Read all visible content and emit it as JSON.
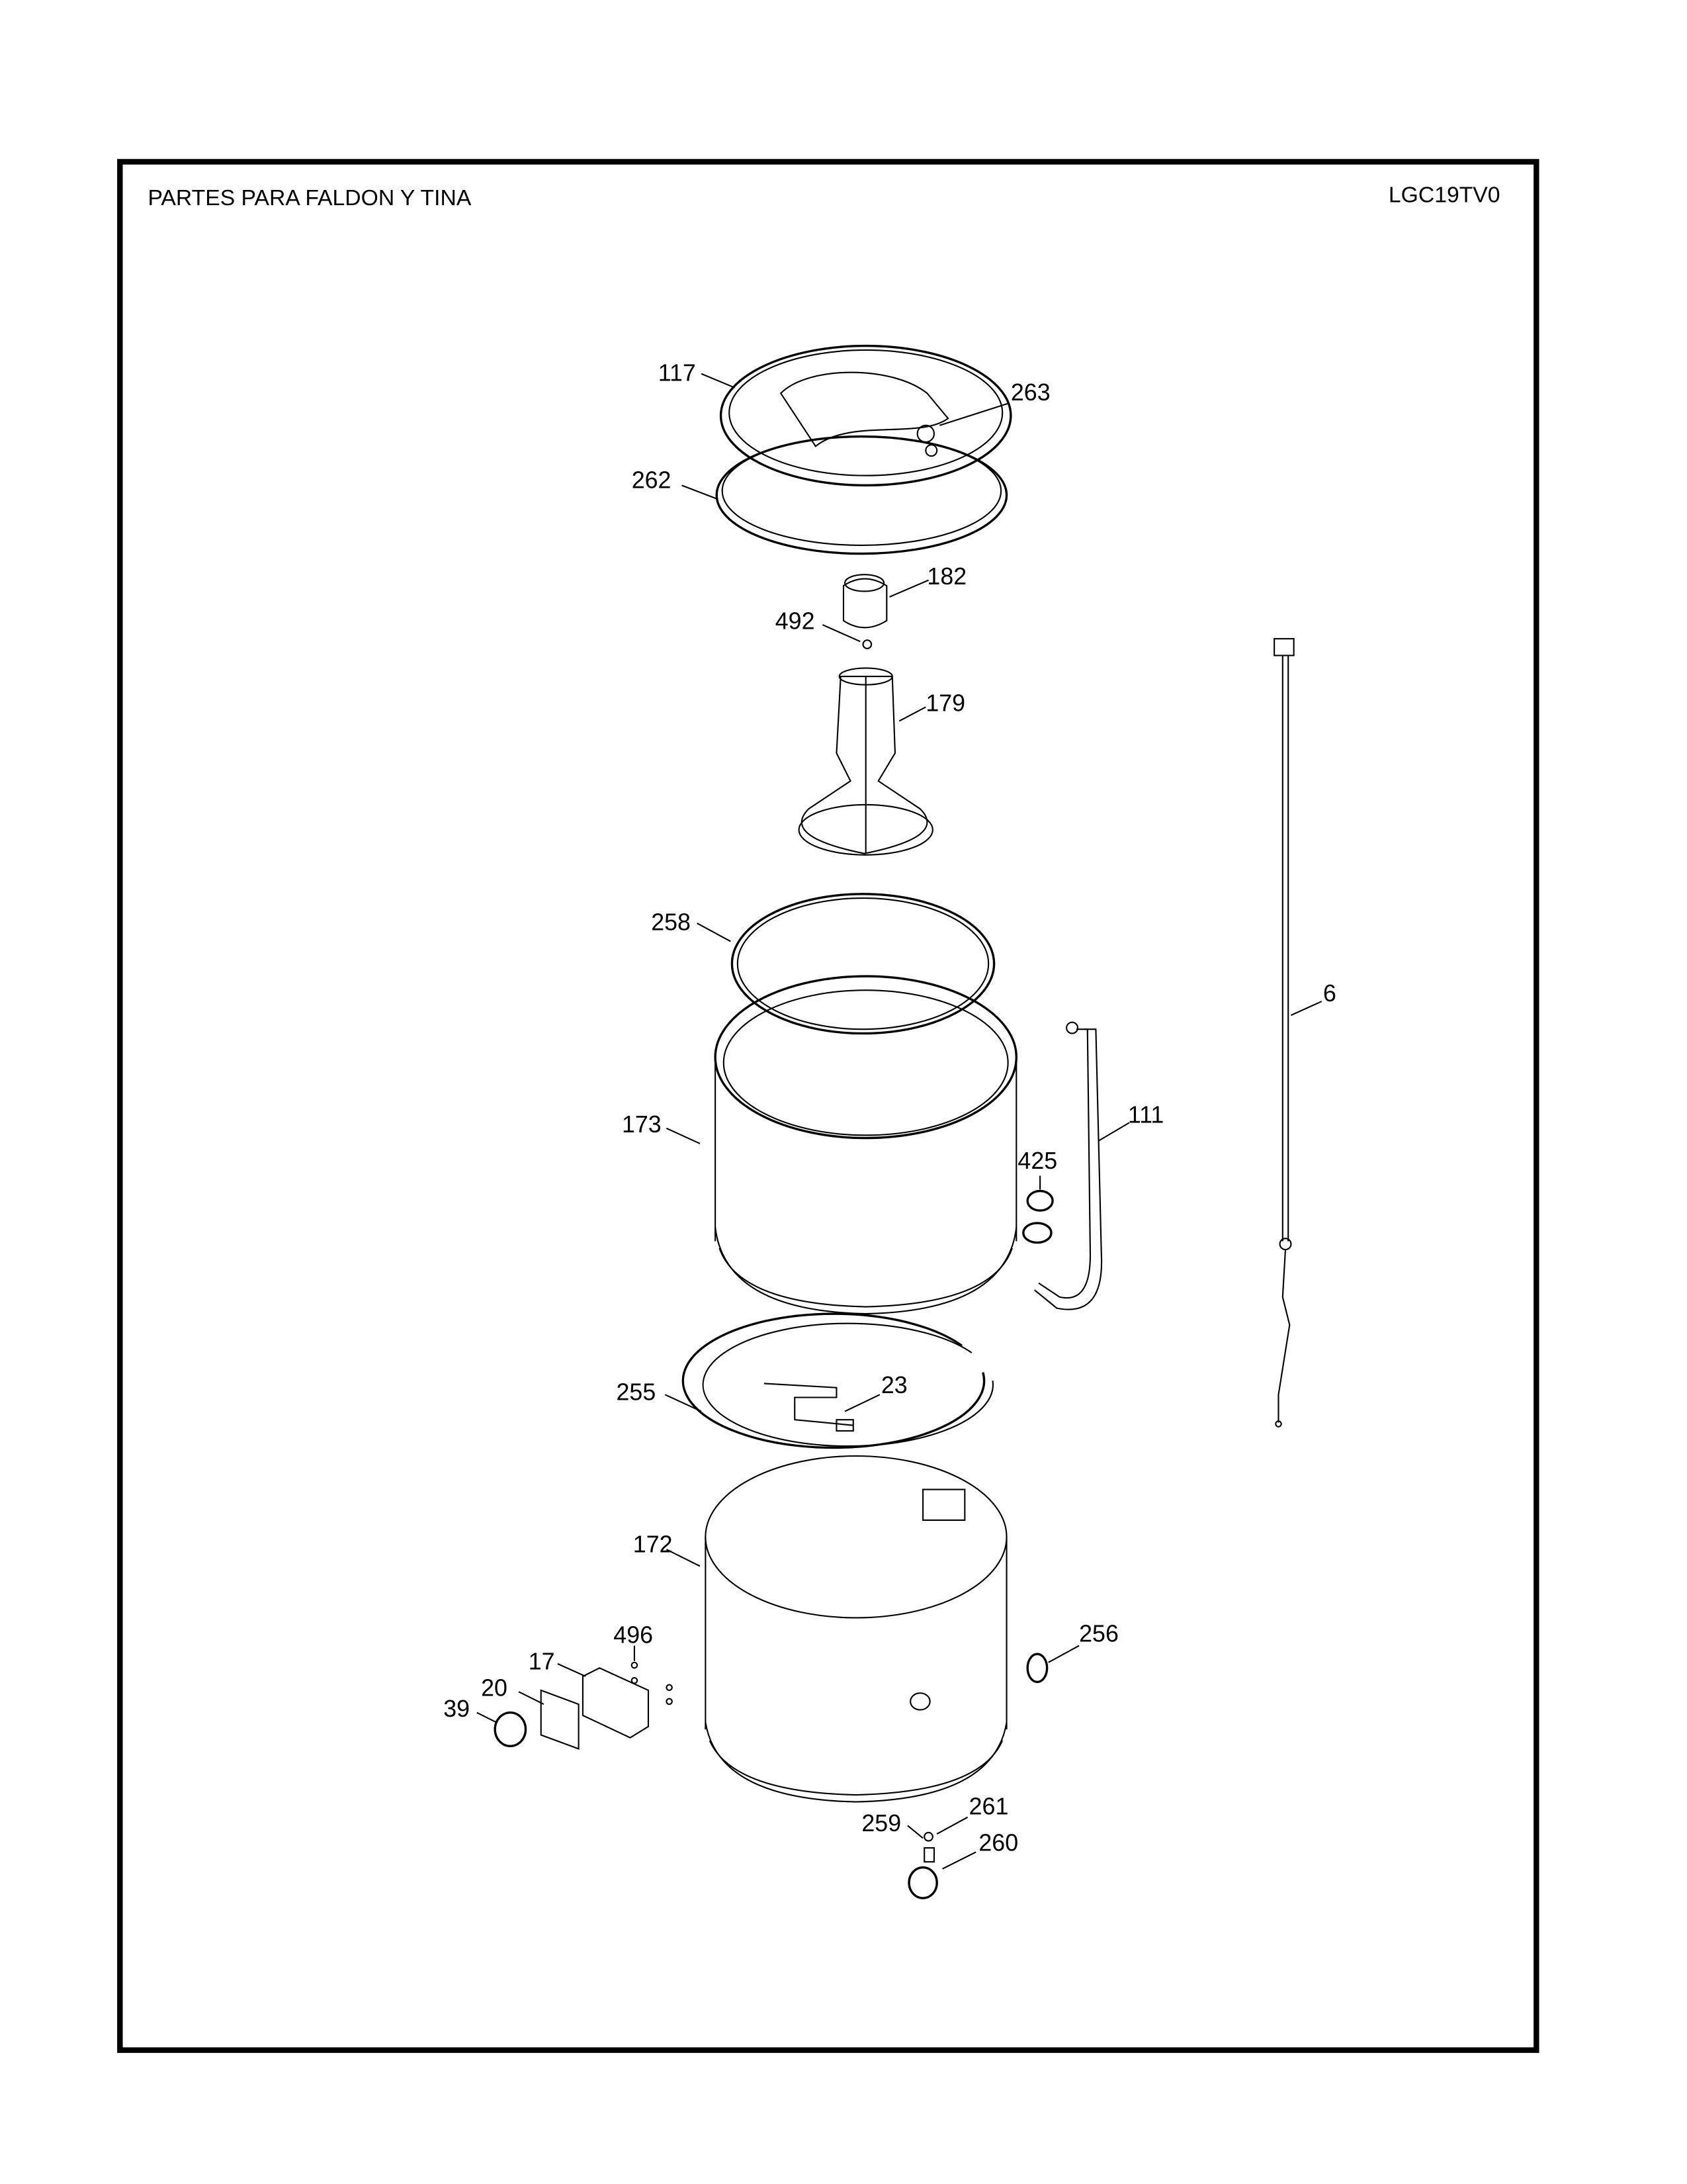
{
  "header": {
    "title": "PARTES PARA FALDON Y TINA",
    "model": "LGC19TV0"
  },
  "callouts": {
    "p117": "117",
    "p263": "263",
    "p262": "262",
    "p182": "182",
    "p492": "492",
    "p179": "179",
    "p258": "258",
    "p6": "6",
    "p173": "173",
    "p111": "111",
    "p425": "425",
    "p255": "255",
    "p23": "23",
    "p172": "172",
    "p256": "256",
    "p496": "496",
    "p17": "17",
    "p20": "20",
    "p39": "39",
    "p261": "261",
    "p259": "259",
    "p260": "260"
  }
}
